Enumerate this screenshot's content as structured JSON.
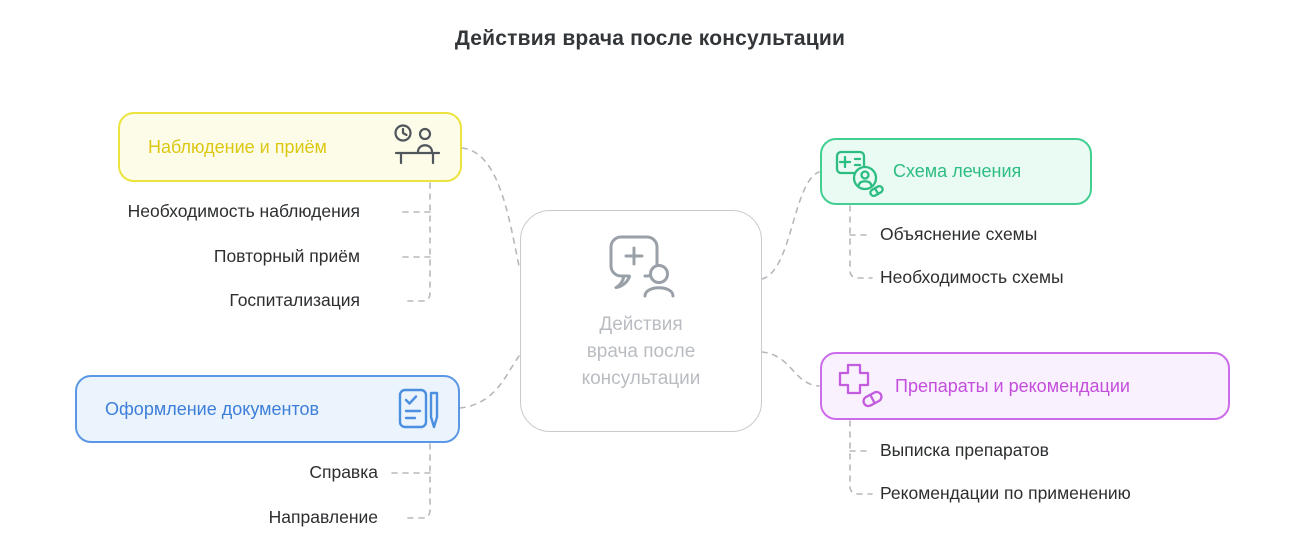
{
  "title": "Действия врача после консультации",
  "center": {
    "icon": "chat-medical-person-icon",
    "lines": [
      "Действия",
      "врача после",
      "консультации"
    ],
    "colors": {
      "border": "#c8cbce",
      "text": "#b9bdc2",
      "icon": "#9aa0a7"
    }
  },
  "branches": {
    "observation": {
      "label": "Наблюдение и приём",
      "icon": "doctor-appointment-clock-icon",
      "colors": {
        "border": "#ece33e",
        "background": "#fdfce9",
        "text": "#dcc713"
      },
      "items": [
        "Необходимость наблюдения",
        "Повторный приём",
        "Госпитализация"
      ]
    },
    "documents": {
      "label": "Оформление документов",
      "icon": "document-pen-icon",
      "colors": {
        "border": "#5b97e5",
        "background": "#ebf3fd",
        "text": "#3d7fd9"
      },
      "items": [
        "Справка",
        "Направление"
      ]
    },
    "treatment": {
      "label": "Схема лечения",
      "icon": "treatment-scheme-icon",
      "colors": {
        "border": "#42cf92",
        "background": "#e9fbf2",
        "text": "#2dbd83"
      },
      "items": [
        "Объяснение схемы",
        "Необходимость схемы"
      ]
    },
    "medications": {
      "label": "Препараты и рекомендации",
      "icon": "medical-cross-pill-icon",
      "colors": {
        "border": "#cd6cea",
        "background": "#faf1fe",
        "text": "#c44edc"
      },
      "items": [
        "Выписка препаратов",
        "Рекомендации по применению"
      ]
    }
  },
  "connector_color": "#b5b8bc"
}
